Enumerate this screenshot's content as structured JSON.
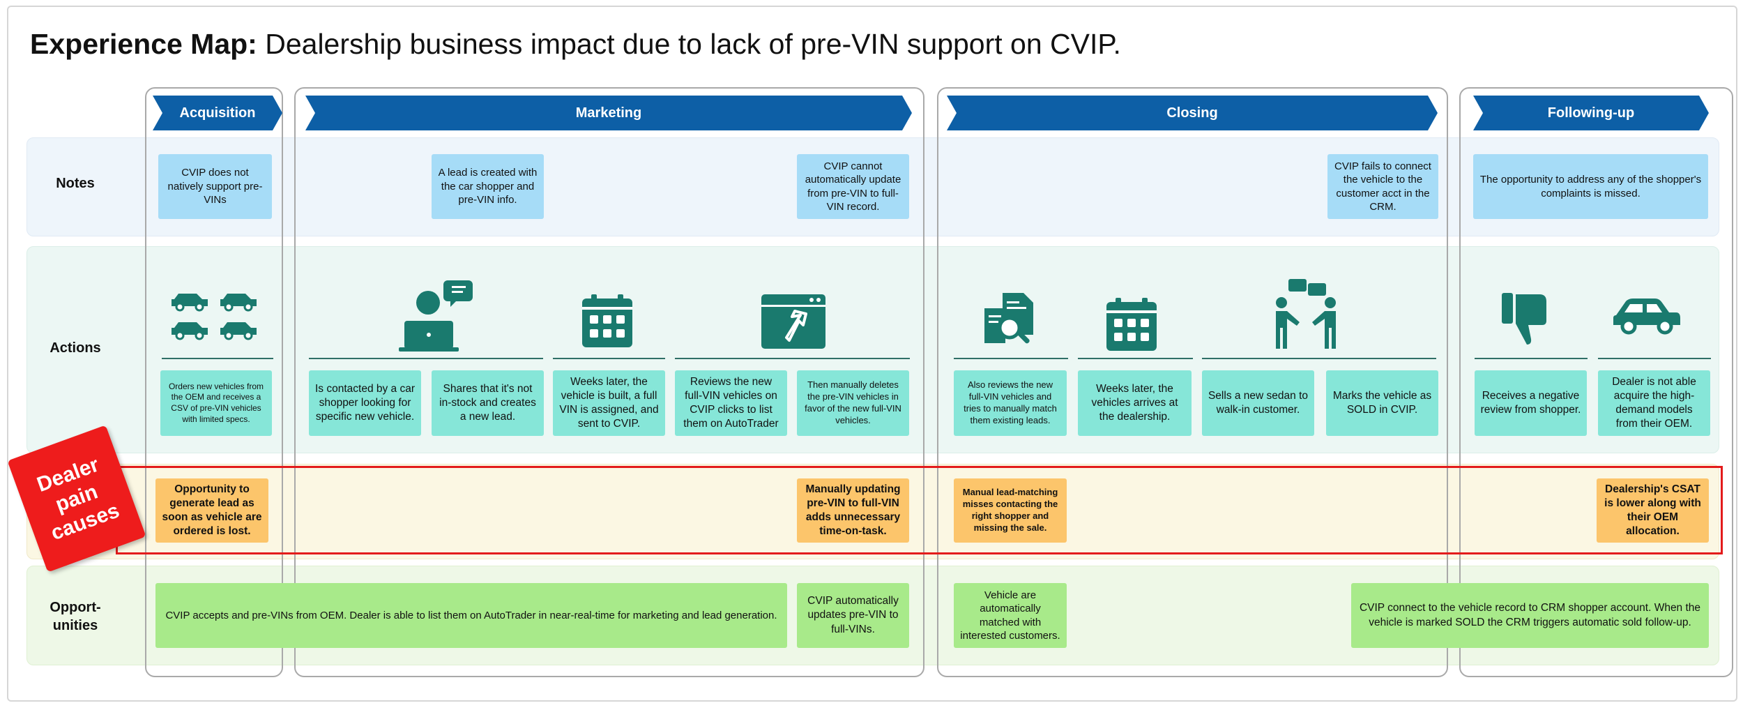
{
  "title": {
    "bold": "Experience Map:",
    "rest": " Dealership business impact due to lack of pre-VIN support on CVIP."
  },
  "row_labels": {
    "notes": "Notes",
    "actions": "Actions",
    "pain": "Dealer pain causes",
    "opp_line1": "Opport-",
    "opp_line2": "unities"
  },
  "stages": {
    "acquisition": "Acquisition",
    "marketing": "Marketing",
    "closing": "Closing",
    "following": "Following-up"
  },
  "notes": {
    "n1": "CVIP does not natively support pre-VINs",
    "n2": "A lead is created with the car shopper and pre-VIN info.",
    "n3": "CVIP cannot automatically update from pre-VIN to full-VIN record.",
    "n4": "CVIP fails to connect the vehicle to the customer acct in the CRM.",
    "n5": "The opportunity to address any of the shopper's complaints is missed."
  },
  "actions": {
    "a1": "Orders new vehicles from the OEM and receives a CSV of pre-VIN vehicles with limited specs.",
    "a2": "Is contacted by a car shopper looking for specific new vehicle.",
    "a3": "Shares that it's not in-stock and creates a new lead.",
    "a4": "Weeks later, the vehicle is built, a full VIN is assigned, and sent to CVIP.",
    "a5": "Reviews the new full-VIN vehicles on CVIP clicks to list them on AutoTrader",
    "a6": "Then manually deletes the pre-VIN vehicles in favor of the new full-VIN vehicles.",
    "a7": "Also reviews the new full-VIN vehicles and tries to manually match them existing leads.",
    "a8": "Weeks later, the vehicles arrives at the dealership.",
    "a9": "Sells a new sedan to walk-in customer.",
    "a10": "Marks the vehicle as SOLD in CVIP.",
    "a11": "Receives a negative review from shopper.",
    "a12": "Dealer is not able acquire the high-demand models from their OEM."
  },
  "pains": {
    "p1": "Opportunity to generate lead as soon as vehicle are ordered is lost.",
    "p2": "Manually updating pre-VIN to full-VIN adds unnecessary time-on-task.",
    "p3": "Manual lead-matching misses contacting the right shopper and missing the sale.",
    "p4": "Dealership's CSAT is lower along with their OEM allocation."
  },
  "opps": {
    "o1": "CVIP accepts and pre-VINs from OEM. Dealer is able to list them on AutoTrader in near-real-time for marketing and lead generation.",
    "o2": "CVIP automatically updates pre-VIN to full-VINs.",
    "o3": "Vehicle are automatically matched with interested customers.",
    "o4": "CVIP connect to the vehicle record to CRM shopper account. When the vehicle is marked SOLD the CRM triggers automatic sold follow-up."
  },
  "icons": [
    "cars-icon",
    "person-laptop-icon",
    "calendar-icon",
    "browser-cursor-icon",
    "document-search-icon",
    "handshake-icon",
    "thumbs-down-icon",
    "car-icon"
  ],
  "colors": {
    "stage": "#0d5fa6",
    "note": "#a6dcf7",
    "action": "#86e6d8",
    "pain": "#fcc56b",
    "opp": "#a8ea8a",
    "icon": "#1a7a6e",
    "alert": "#e31b1b"
  }
}
